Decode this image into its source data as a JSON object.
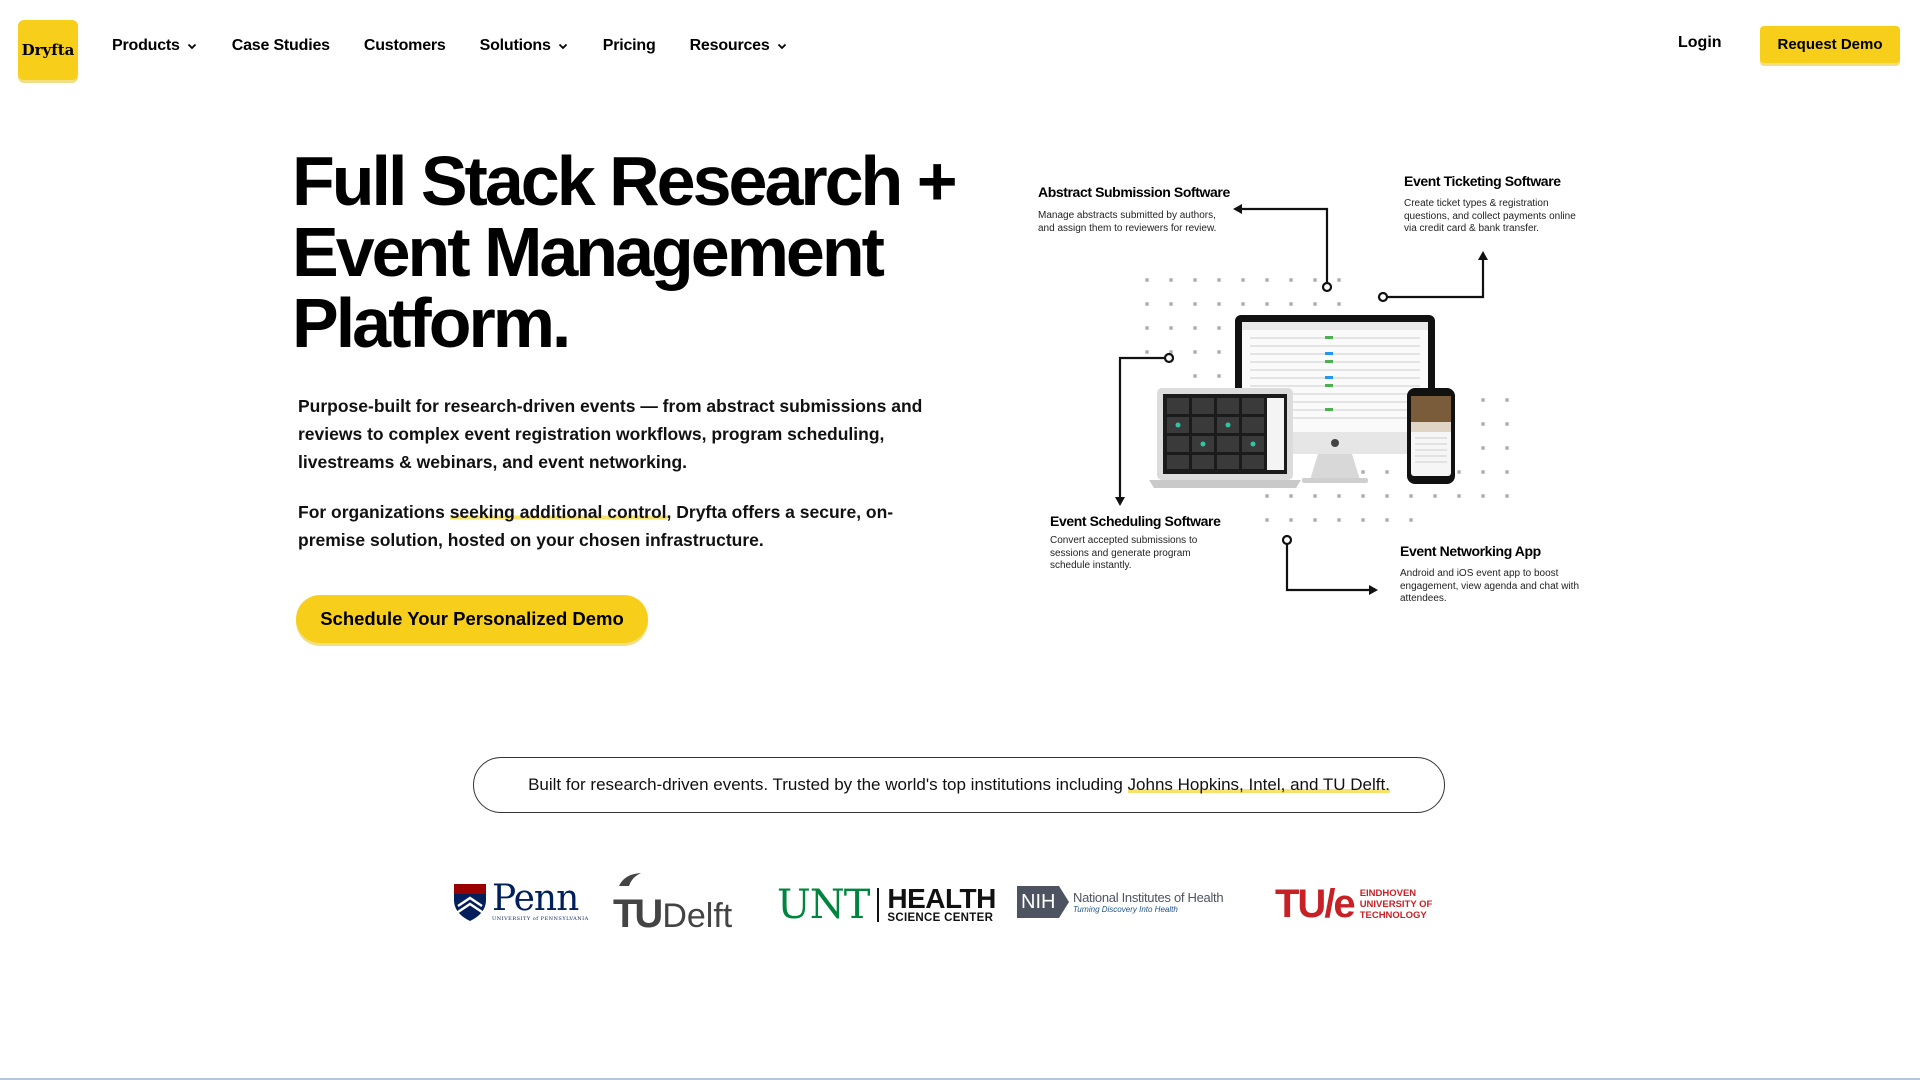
{
  "brand": {
    "name": "Dryfta",
    "accent": "#f7cf1a"
  },
  "nav": {
    "items": [
      {
        "label": "Products",
        "dropdown": true
      },
      {
        "label": "Case Studies",
        "dropdown": false
      },
      {
        "label": "Customers",
        "dropdown": false
      },
      {
        "label": "Solutions",
        "dropdown": true
      },
      {
        "label": "Pricing",
        "dropdown": false
      },
      {
        "label": "Resources",
        "dropdown": true
      }
    ],
    "login": "Login",
    "request_demo": "Request Demo"
  },
  "hero": {
    "title_lines": [
      "Full Stack Research +",
      "Event Management",
      "Platform."
    ],
    "p1": "Purpose-built for research-driven events — from abstract submissions and reviews to complex event registration workflows, program scheduling, livestreams & webinars, and event networking.",
    "p2_pre": "For organizations ",
    "p2_highlight": "seeking additional control",
    "p2_post": ", Dryfta offers a secure, on-premise solution, hosted on your chosen infrastructure.",
    "cta": "Schedule Your Personalized Demo"
  },
  "features": [
    {
      "title": "Abstract Submission Software",
      "desc": "Manage abstracts  submitted by authors, and assign them to reviewers for review."
    },
    {
      "title": "Event Ticketing Software",
      "desc": "Create  ticket types & registration questions, and collect payments online via credit card & bank transfer."
    },
    {
      "title": "Event Scheduling Software",
      "desc": "Convert accepted submissions to sessions and generate program schedule instantly."
    },
    {
      "title": "Event Networking App",
      "desc": "Android and iOS event app to boost engagement, view agenda and chat with attendees."
    }
  ],
  "trust": {
    "pre": "Built for research-driven events. Trusted by the world's top institutions including ",
    "highlight": "Johns Hopkins, Intel, and TU Delft."
  },
  "logos": {
    "penn": {
      "name": "Penn",
      "sub": "UNIVERSITY of PENNSYLVANIA"
    },
    "tudelft": {
      "tu": "TU",
      "delft": "Delft"
    },
    "unt": {
      "unt": "UNT",
      "health": "HEALTH",
      "sub": "SCIENCE CENTER"
    },
    "nih": {
      "badge": "NIH",
      "name": "National Institutes of Health",
      "tagline": "Turning Discovery Into Health"
    },
    "tue": {
      "mark": "TU/e",
      "line1": "EINDHOVEN",
      "line2": "UNIVERSITY OF",
      "line3": "TECHNOLOGY"
    }
  }
}
